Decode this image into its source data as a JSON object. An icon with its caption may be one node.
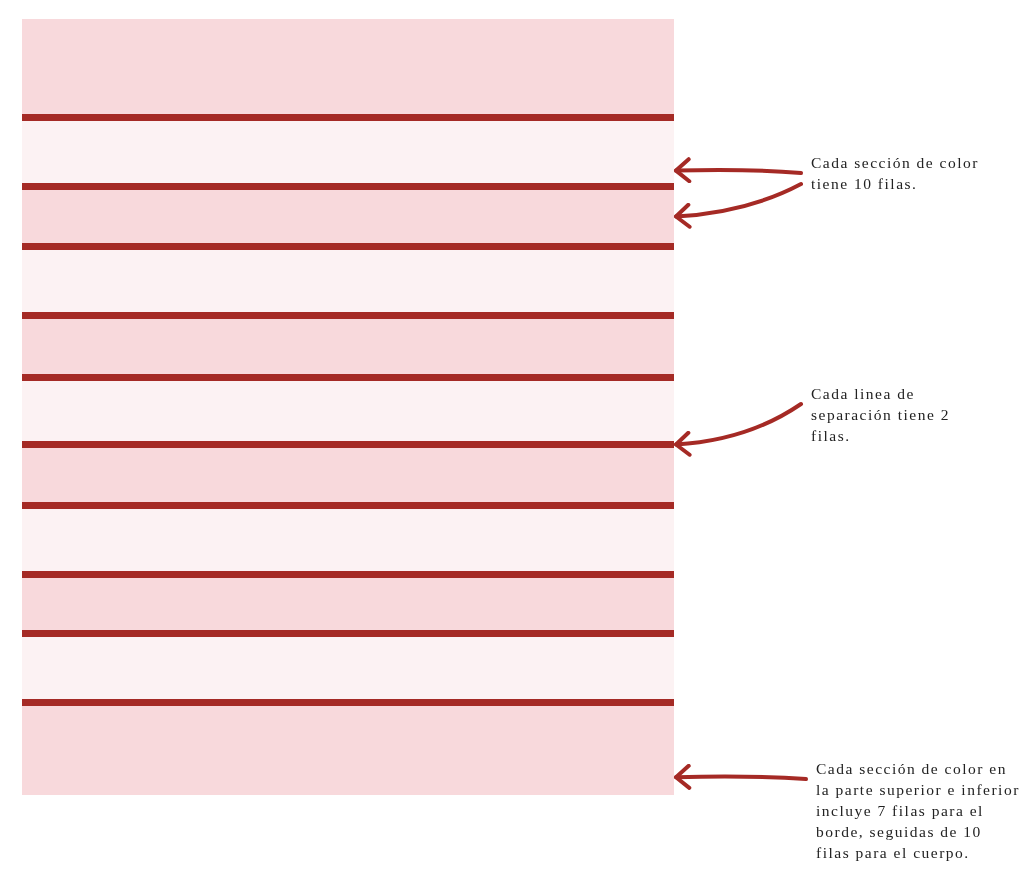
{
  "diagram": {
    "nodes": [
      {
        "text": [],
        "shape": "bar"
      },
      {
        "text": [],
        "shape": "bar"
      },
      {
        "text": [],
        "shape": "bar"
      },
      {
        "text": [],
        "shape": "bar"
      },
      {
        "text": [],
        "shape": "bar"
      },
      {
        "text": [],
        "shape": "bar"
      },
      {
        "text": [],
        "shape": "bar"
      },
      {
        "text": [],
        "shape": "bar"
      },
      {
        "text": [],
        "shape": "bar"
      },
      {
        "text": [],
        "shape": "bar"
      },
      {
        "text": [],
        "shape": "bar"
      },
      {
        "text": [],
        "shape": "bar"
      },
      {
        "text": [],
        "shape": "bar"
      },
      {
        "text": [],
        "shape": "bar"
      },
      {
        "text": [],
        "shape": "bar"
      },
      {
        "text": [],
        "shape": "bar"
      },
      {
        "text": [],
        "shape": "bar"
      },
      {
        "text": [],
        "shape": "bar"
      },
      {
        "text": [],
        "shape": "bar"
      },
      {
        "text": [],
        "shape": "bar"
      },
      {
        "text": [],
        "shape": "bar"
      },
      {
        "text": [
          "Cada sección de color tiene 10 filas."
        ]
      },
      {
        "text": [
          "Cada linea de separación tiene 2 filas."
        ]
      },
      {
        "text": [
          "Cada sección de color en la parte superior e inferior incluye 7 filas para el borde, seguidas de 10 filas para el cuerpo."
        ]
      }
    ],
    "edges": [
      {
        "from": 21,
        "to": 2,
        "arrow": "to"
      },
      {
        "from": 21,
        "to": 4,
        "arrow": "to"
      },
      {
        "from": 22,
        "to": 11,
        "arrow": "to"
      },
      {
        "from": 23,
        "to": 20,
        "arrow": "to"
      }
    ]
  }
}
